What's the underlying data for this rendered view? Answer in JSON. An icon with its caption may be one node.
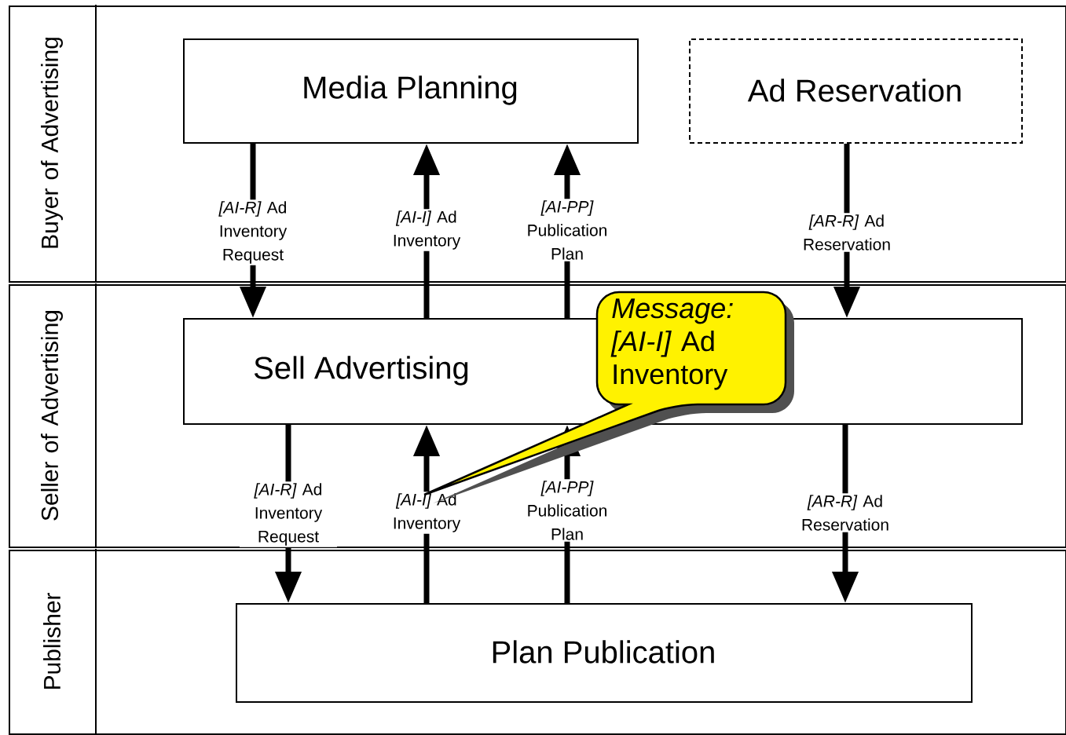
{
  "diagram": {
    "nodes": [
      {
        "text": [
          "Buyer of Advertising"
        ]
      },
      {
        "text": [
          "Seller of Advertising"
        ]
      },
      {
        "text": [
          "Publisher"
        ]
      },
      {
        "text": [
          "Media Planning"
        ],
        "in": 0
      },
      {
        "text": [
          "Ad Reservation"
        ],
        "in": 0
      },
      {
        "text": [
          "Sell Advertising"
        ],
        "in": 1
      },
      {
        "text": [
          "Plan Publication"
        ],
        "in": 2
      },
      {
        "text": [
          "*Message: [AI-I]* Ad Inventory"
        ],
        "in": 1
      }
    ],
    "edges": [
      {
        "from": 3,
        "to": 5,
        "arrow": "to",
        "label": "*[AI-R]* Ad Inventory Request"
      },
      {
        "from": 5,
        "to": 3,
        "arrow": "to",
        "label": "*[AI-I]* Ad Inventory"
      },
      {
        "from": 5,
        "to": 3,
        "arrow": "to",
        "label": "*[AI-PP]* Publication Plan"
      },
      {
        "from": 4,
        "to": 5,
        "arrow": "to",
        "label": "*[AR-R]* Ad Reservation"
      },
      {
        "from": 5,
        "to": 6,
        "arrow": "to",
        "label": "*[AI-R]* Ad Inventory Request"
      },
      {
        "from": 6,
        "to": 5,
        "arrow": "to",
        "label": "*[AI-I]* Ad Inventory"
      },
      {
        "from": 6,
        "to": 5,
        "arrow": "to",
        "label": "*[AI-PP]* Publication Plan"
      },
      {
        "from": 5,
        "to": 6,
        "arrow": "to",
        "label": "*[AR-R]* Ad Reservation"
      }
    ]
  }
}
